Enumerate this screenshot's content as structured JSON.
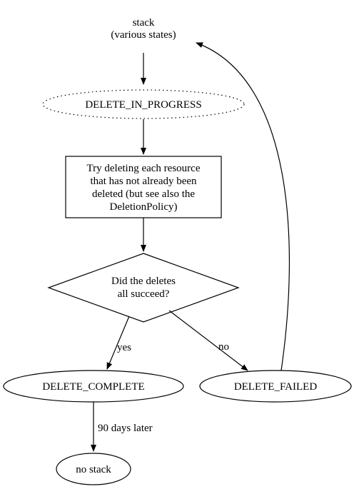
{
  "diagram": {
    "start": {
      "line1": "stack",
      "line2": "(various states)"
    },
    "in_progress": {
      "label": "DELETE_IN_PROGRESS"
    },
    "process_box": {
      "lines": [
        "Try deleting each resource",
        "that has not already been",
        "deleted (but see also the",
        "DeletionPolicy)"
      ]
    },
    "decision": {
      "line1": "Did the deletes",
      "line2": "all succeed?"
    },
    "complete": {
      "label": "DELETE_COMPLETE"
    },
    "failed": {
      "label": "DELETE_FAILED"
    },
    "end": {
      "label": "no stack"
    },
    "edges": {
      "yes_label": "yes",
      "no_label": "no",
      "later_label": "90 days later"
    }
  }
}
